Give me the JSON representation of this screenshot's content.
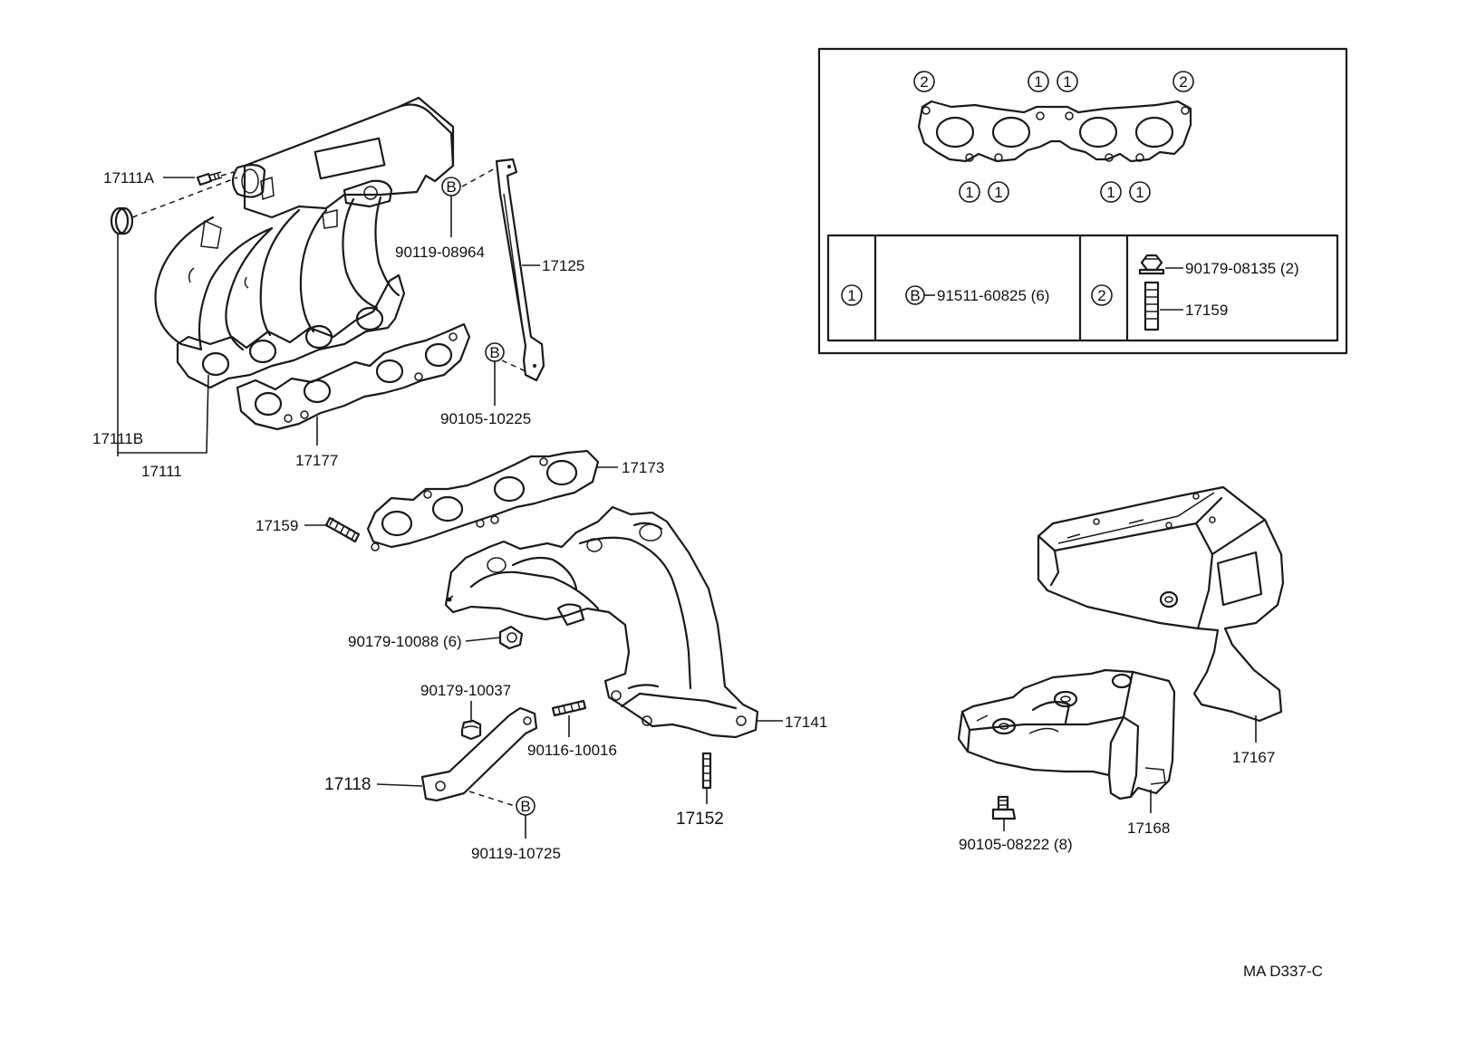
{
  "callouts": {
    "p17111A": "17111A",
    "p17111B": "17111B",
    "p17111": "17111",
    "p17177": "17177",
    "p90119_08964": "90119-08964",
    "p17125": "17125",
    "p90105_10225": "90105-10225",
    "p17173": "17173",
    "p17159": "17159",
    "p90179_10088": "90179-10088 (6)",
    "p90179_10037": "90179-10037",
    "p90116_10016": "90116-10016",
    "p17118": "17118",
    "p90119_10725": "90119-10725",
    "p17152": "17152",
    "p17141": "17141",
    "p17167": "17167",
    "p17168": "17168",
    "p90105_08222": "90105-08222 (8)"
  },
  "markers": {
    "b": "B",
    "one": "1",
    "two": "2"
  },
  "legend_table": {
    "row_one_part": "91511-60825 (6)",
    "row_two_part_a": "90179-08135 (2)",
    "row_two_part_b": "17159"
  },
  "diagram_code": "MA D337-C"
}
